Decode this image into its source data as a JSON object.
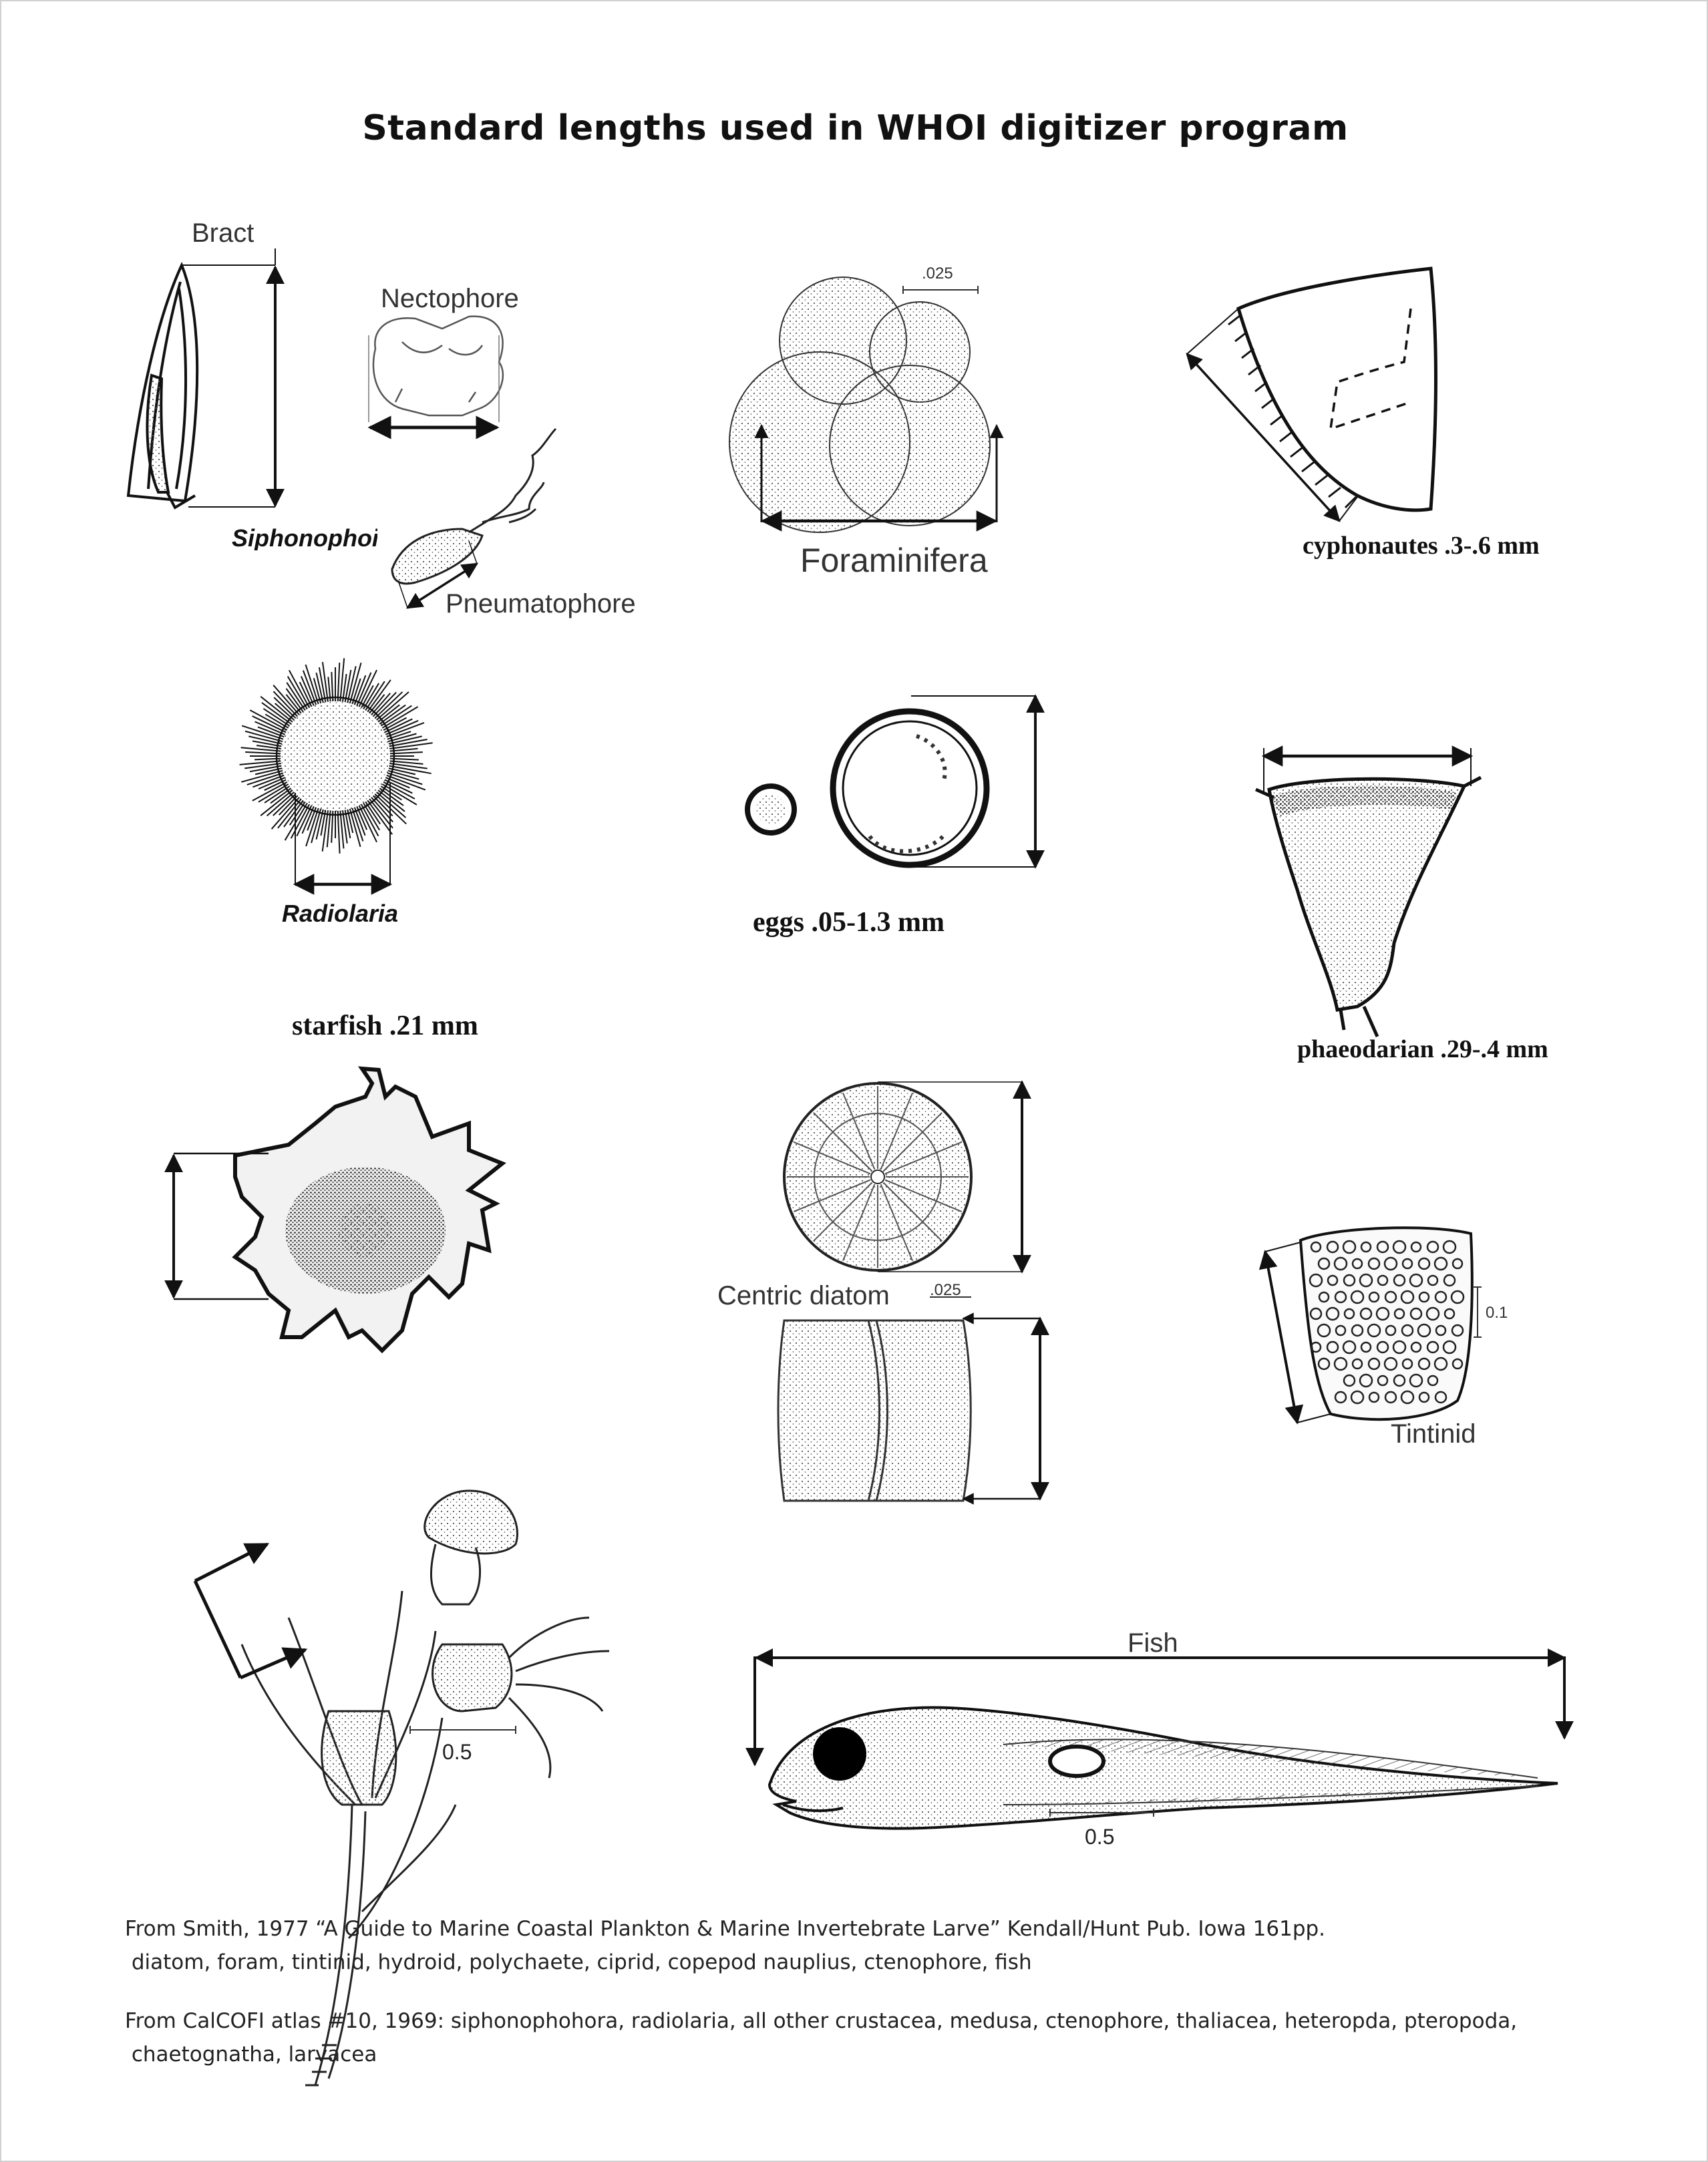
{
  "title": "Standard lengths used in WHOI digitizer program",
  "labels": {
    "bract": "Bract",
    "nectophore": "Nectophore",
    "siphonophore": "Siphonophoi",
    "pneumatophore": "Pneumatophore",
    "foraminifera": "Foraminifera",
    "foram_scale": ".025",
    "cyphonautes": "cyphonautes  .3-.6 mm",
    "radiolaria": "Radiolaria",
    "eggs": "eggs .05-1.3 mm",
    "phaeodarian": "phaeodarian .29-.4 mm",
    "starfish": "starfish  .21 mm",
    "centric_diatom": "Centric diatom",
    "diatom_scale": ".025",
    "tintinid": "Tintinid",
    "tintinid_scale": "0.1",
    "hydroid_scale": "0.5",
    "fish": "Fish",
    "fish_scale": "0.5"
  },
  "footnotes": {
    "smith_line1": "From Smith, 1977 “A Guide to Marine Coastal Plankton & Marine Invertebrate Larve” Kendall/Hunt Pub. Iowa 161pp.",
    "smith_line2": " diatom, foram, tintinid, hydroid, polychaete, ciprid, copepod nauplius, ctenophore, fish",
    "calcofi_line1": "From CalCOFI atlas #10, 1969: siphonophohora, radiolaria, all other crustacea, medusa, ctenophore, thaliacea, heteropda, pteropoda,",
    "calcofi_line2": " chaetognatha, larvacea"
  },
  "colors": {
    "ink": "#111111",
    "stipple": "#555555",
    "border": "#d0d0d0"
  }
}
